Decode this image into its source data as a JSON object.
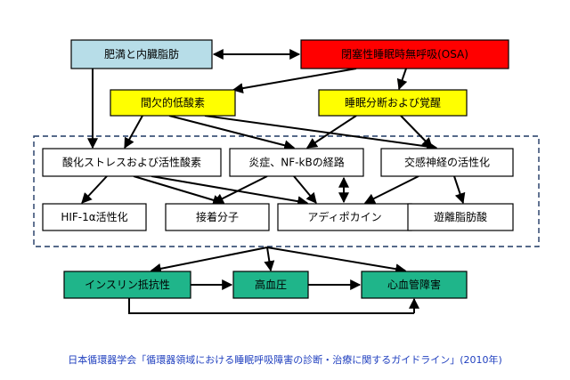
{
  "colors": {
    "light_blue": "#b7dde8",
    "red": "#ff0000",
    "yellow": "#ffff00",
    "white": "#ffffff",
    "teal": "#1fb58a",
    "dashed_border": "#1f3864",
    "caption": "#1f3fbf"
  },
  "nodes": {
    "obesity": {
      "label": "肥満と内臓脂肪",
      "color": "light_blue"
    },
    "osa": {
      "label": "閉塞性睡眠時無呼吸(OSA)",
      "color": "red"
    },
    "hypoxia": {
      "label": "間欠的低酸素",
      "color": "yellow"
    },
    "arousal": {
      "label": "睡眠分断および覚醒",
      "color": "yellow"
    },
    "oxidative": {
      "label": "酸化ストレスおよび活性酸素",
      "color": "white"
    },
    "inflammation": {
      "label": "炎症、NF-kBの経路",
      "color": "white"
    },
    "sympathetic": {
      "label": "交感神経の活性化",
      "color": "white"
    },
    "hif": {
      "label": "HIF-1α活性化",
      "color": "white"
    },
    "adhesion": {
      "label": "接着分子",
      "color": "white"
    },
    "adipokine": {
      "label": "アディポカイン",
      "color": "white"
    },
    "fatty_acid": {
      "label": "遊離脂肪酸",
      "color": "white"
    },
    "insulin": {
      "label": "インスリン抵抗性",
      "color": "teal"
    },
    "hypertension": {
      "label": "高血圧",
      "color": "teal"
    },
    "cvd": {
      "label": "心血管障害",
      "color": "teal"
    }
  },
  "caption": "日本循環器学会「循環器領域における睡眠呼吸障害の診断・治療に関するガイドライン」(2010年)"
}
